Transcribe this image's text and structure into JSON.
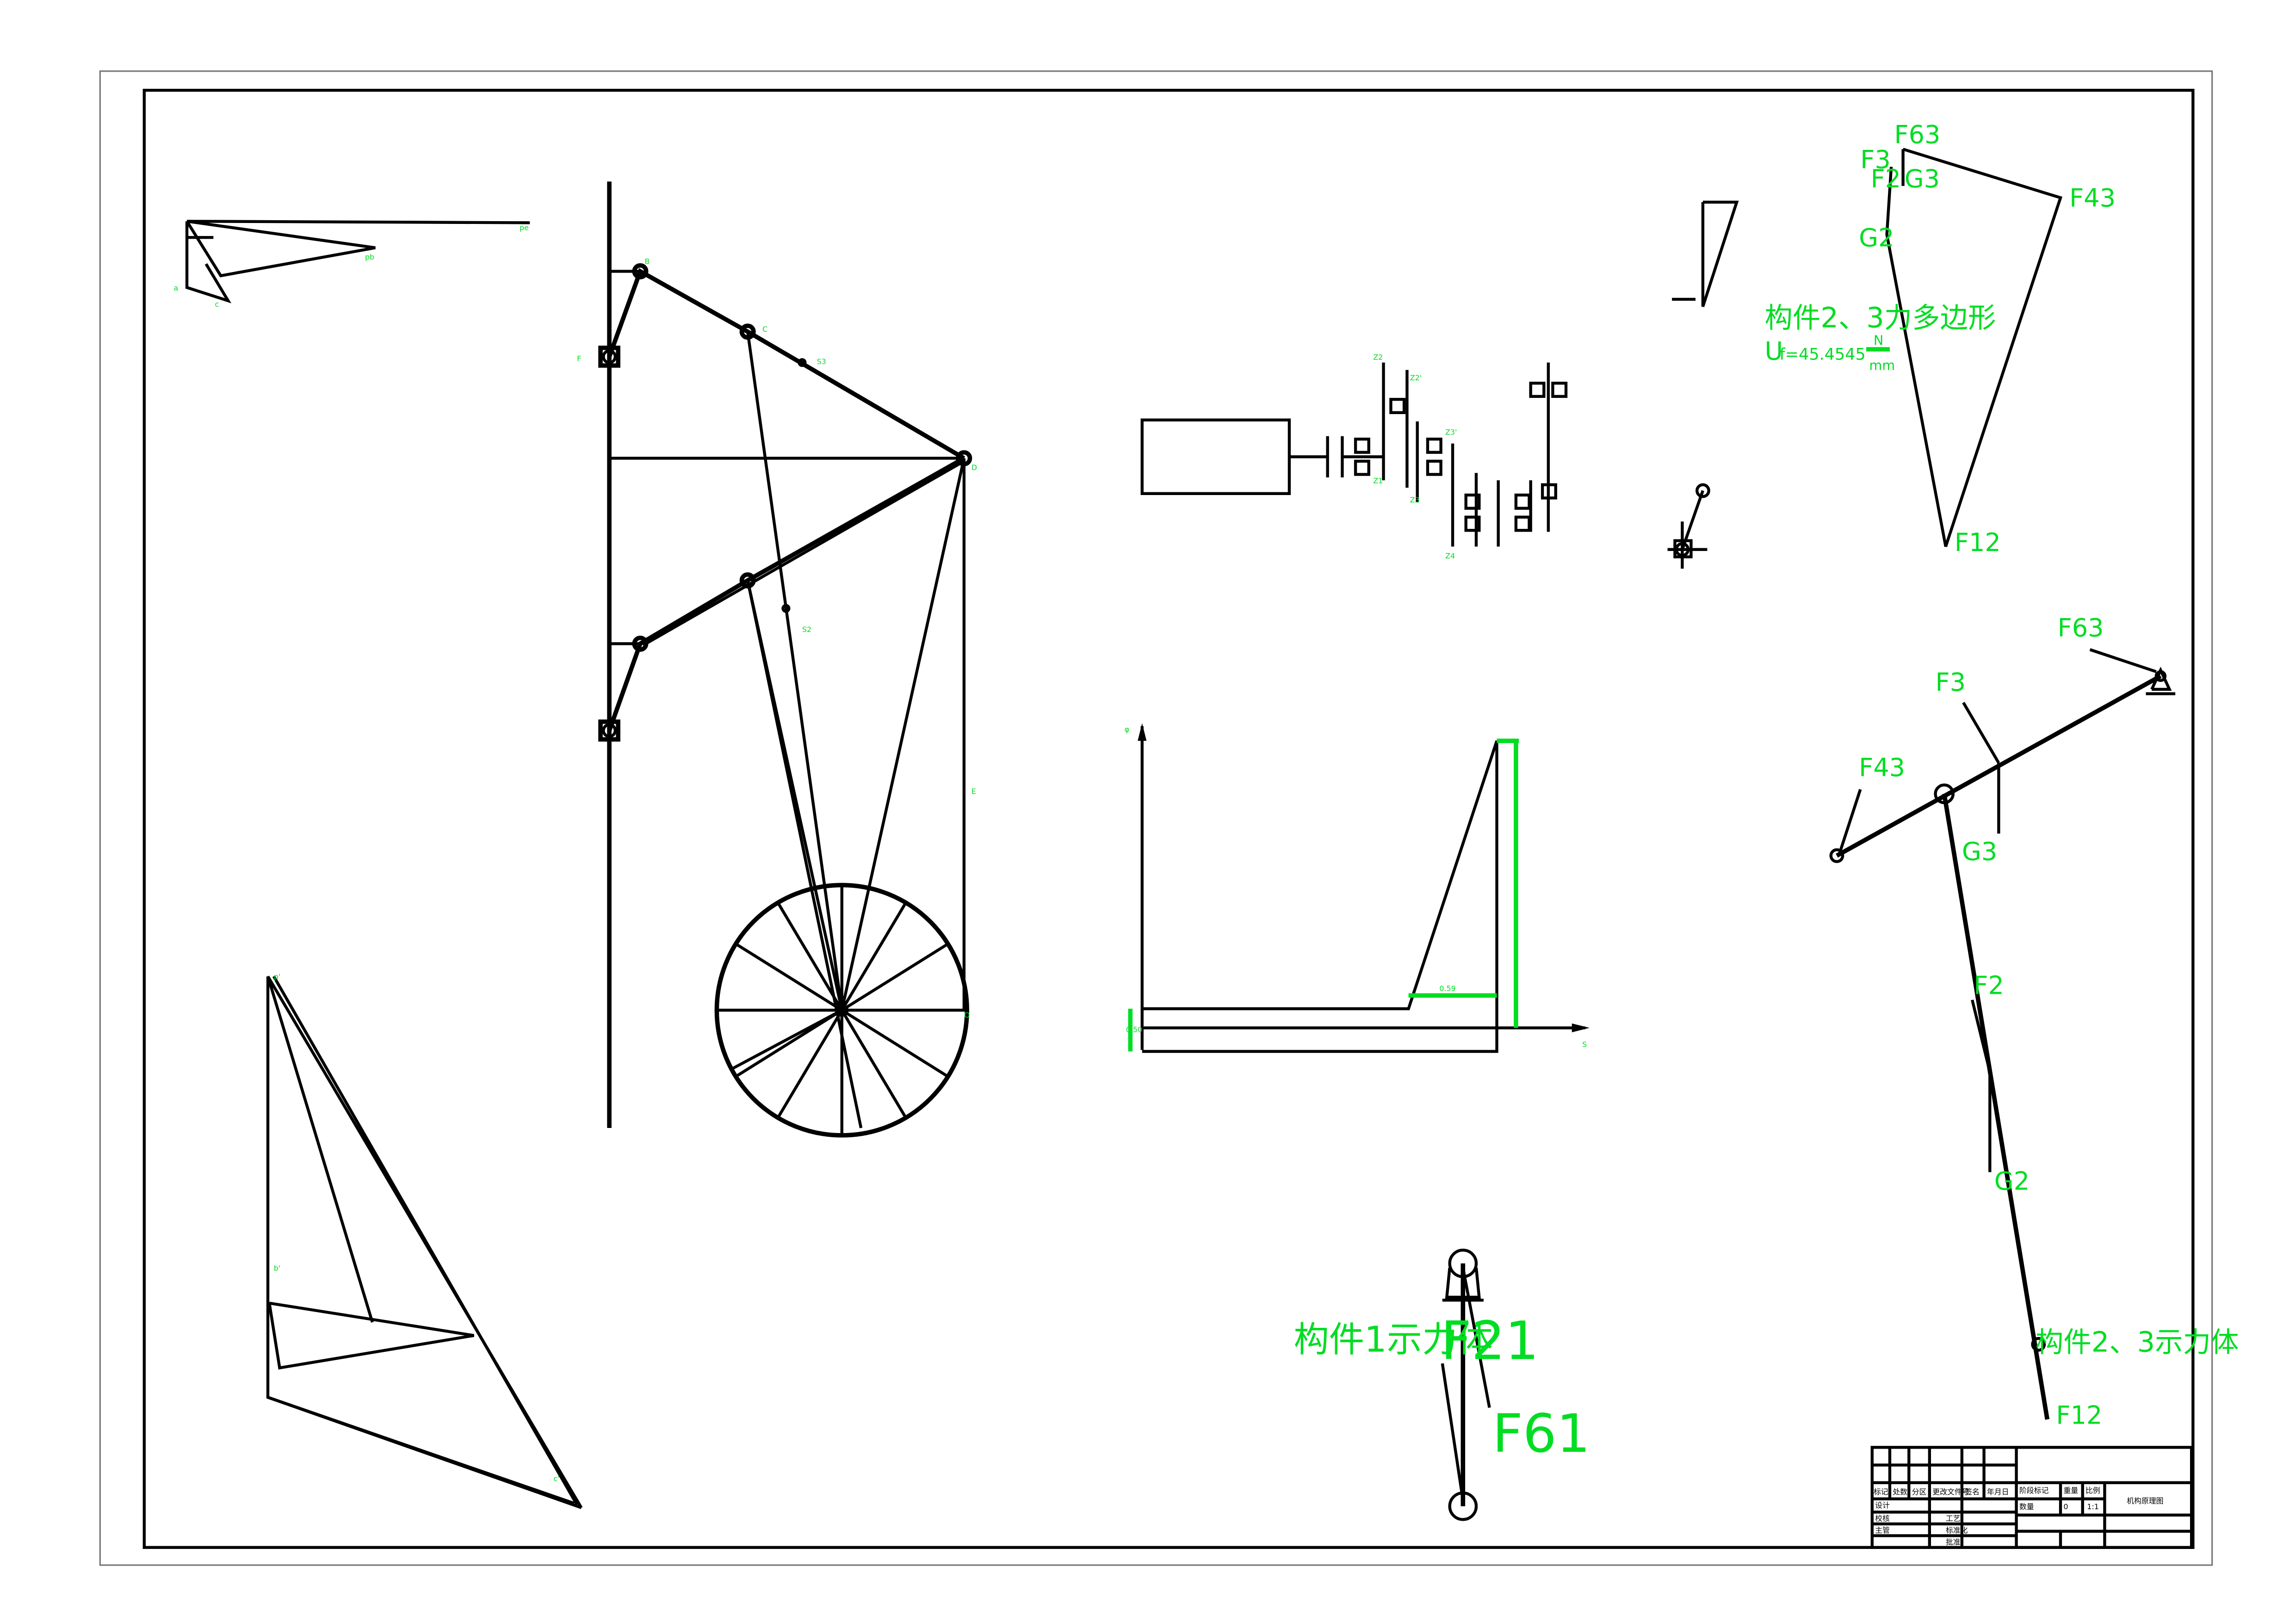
{
  "colors": {
    "line": "#000000",
    "annotation": "#00dd22",
    "paper": "#ffffff"
  },
  "labels": {
    "poly_title": "构件2、3力多边形",
    "scale_u": "U",
    "scale_val": "f=45.4545",
    "scale_num": "N",
    "scale_den": "mm",
    "poly_f63": "F63",
    "poly_f3": "F3",
    "poly_f2": "F2",
    "poly_g3": "G3",
    "poly_f43": "F43",
    "poly_g2": "G2",
    "poly_f12": "F12",
    "fb_f63": "F63",
    "fb_f3": "F3",
    "fb_f43": "F43",
    "fb_g3": "G3",
    "fb_f2": "F2",
    "fb_g2": "G2",
    "fb_title": "构件2、3示力体",
    "fb_f12": "F12",
    "body1_title": "构件1示力体",
    "body1_f21": "F21",
    "body1_f61": "F61",
    "cam_s": "S",
    "cam_phi": "φ",
    "cam_small1": "0.50",
    "cam_small2": "0.59",
    "mech_b": "B",
    "mech_c": "C",
    "mech_d": "D",
    "mech_f": "F",
    "mech_s3": "S3",
    "mech_s2": "S2",
    "mech_e": "E",
    "mech_o": "O",
    "gear_z2": "Z2",
    "gear_z1": "Z1",
    "gear_z2p": "Z2'",
    "gear_z3": "Z3",
    "gear_z3p": "Z3'",
    "gear_z4": "Z4",
    "vel_pb": "pb",
    "vel_pe": "pe",
    "vel_a": "a",
    "vel_c": "c",
    "acc_p": "p'",
    "acc_b": "b'",
    "acc_c": "c'"
  },
  "title_block": {
    "header_cells": [
      "标记",
      "处数",
      "分区",
      "更改文件号",
      "签名",
      "年月日"
    ],
    "stage_label": "阶段标记",
    "weight_label": "重量",
    "ratio_label": "比例",
    "qty_label": "数量",
    "qty_value": "0",
    "ratio_value": "1:1",
    "drawing_name": "机构原理图",
    "role_design": "设计",
    "role_check": "校核",
    "role_master": "主管",
    "role_process": "工艺",
    "role_std": "标准化",
    "role_approve": "批准"
  }
}
